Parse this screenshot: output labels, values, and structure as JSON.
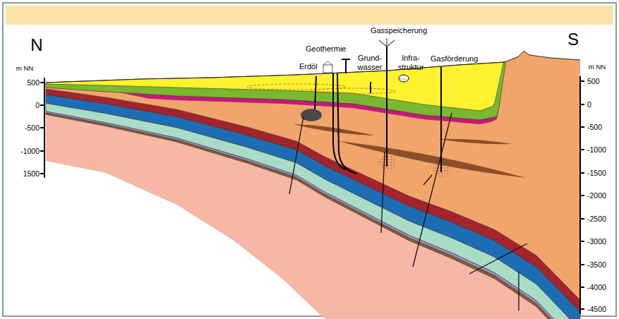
{
  "diagram": {
    "labels": [
      "N",
      "S",
      "m NN",
      "m NN",
      "500",
      "0",
      "-500",
      "-1000",
      "1500",
      "500",
      "0",
      "-500",
      "-1000",
      "-1500",
      "-2000",
      "-2500",
      "-3000",
      "-3500",
      "-4000",
      "-4500",
      "Gasspeicherung",
      "Geothermie",
      "Grund- wasser",
      "Infra- struktur",
      "Erdöl",
      "Gasförderung"
    ]
  }
}
